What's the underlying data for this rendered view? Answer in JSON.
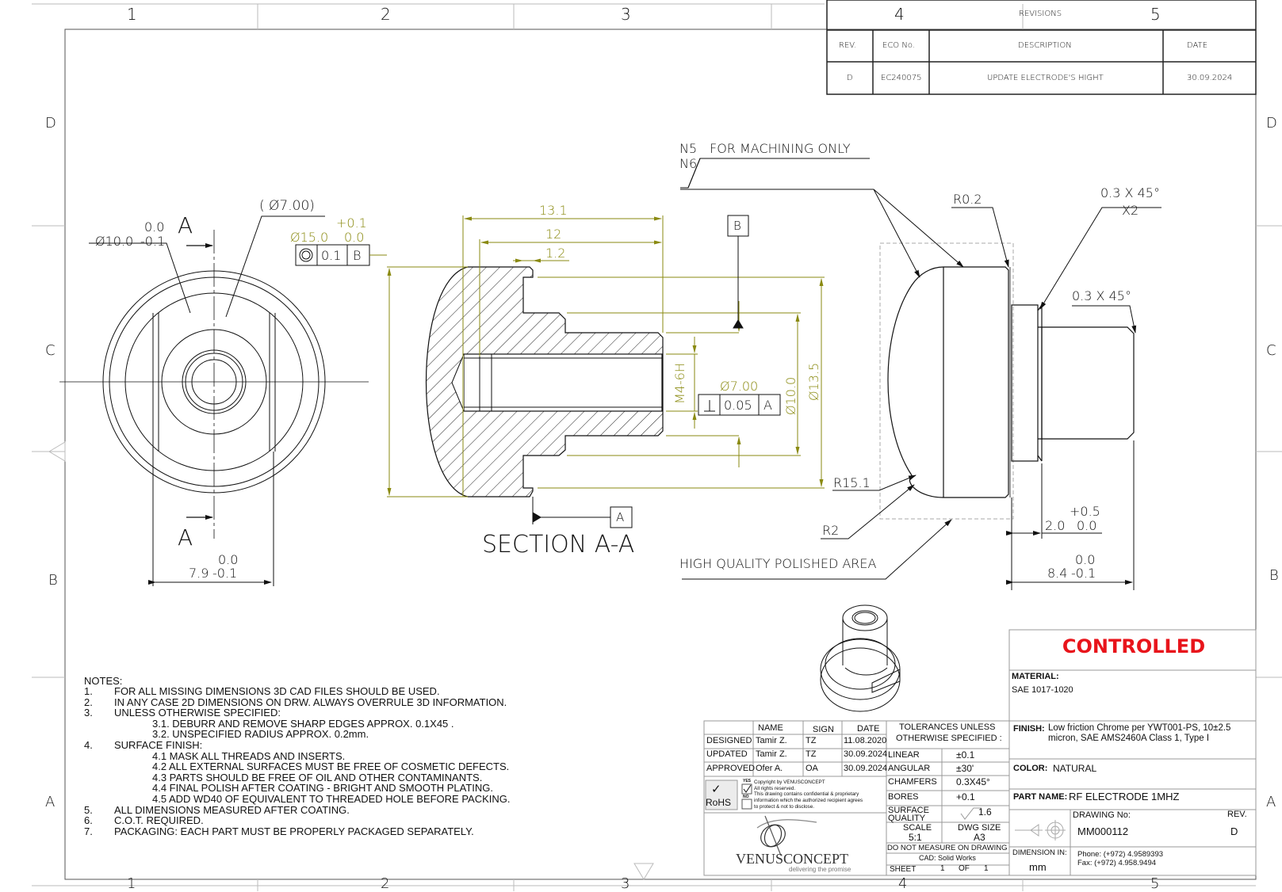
{
  "grid": {
    "columns_top": [
      "1",
      "2",
      "3",
      "4",
      "5"
    ],
    "columns_bottom": [
      "1",
      "2",
      "3",
      "4",
      "5"
    ],
    "rows_left": [
      "D",
      "C",
      "B",
      "A"
    ],
    "rows_right": [
      "D",
      "C",
      "B",
      "A"
    ]
  },
  "revisions": {
    "title": "REVISIONS",
    "headers": [
      "REV.",
      "ECO No.",
      "DESCRIPTION",
      "DATE"
    ],
    "rows": [
      {
        "rev": "D",
        "eco": "EC240075",
        "description": "UPDATE ELECTRODE'S HIGHT",
        "date": "30.09.2024"
      }
    ]
  },
  "front_view": {
    "section_letter_top": "A",
    "section_letter_bottom": "A",
    "dia_outer": "Ø10.0",
    "dia_outer_tol_upper": "0.0",
    "dia_outer_tol_lower": "-0.1",
    "dia_ref": "( Ø7.00)",
    "dia_15": "Ø15.0",
    "dia_15_tol_upper": "+0.1",
    "dia_15_tol_lower": "0.0",
    "gdt_concentricity": {
      "symbol": "◎",
      "value": "0.1",
      "datum": "B"
    },
    "width": "7.9",
    "width_tol_upper": "0.0",
    "width_tol_lower": "-0.1"
  },
  "section_view": {
    "title": "SECTION A-A",
    "dim_13_1": "13.1",
    "dim_12": "12",
    "dim_1_2": "1.2",
    "thread": "M4-6H",
    "dia_7": "Ø7.00",
    "gdt_perpendicularity": {
      "symbol": "⊥",
      "value": "0.05",
      "datum": "A"
    },
    "dia_10": "Ø10.0",
    "dia_13_5": "Ø13.5",
    "datum_a": "A",
    "datum_b": "B"
  },
  "side_view": {
    "surface_n5": "N5",
    "surface_n6": "N6",
    "machining_note": "FOR MACHINING ONLY",
    "r0_2": "R0.2",
    "chamfer_x2": "0.3 X 45°",
    "chamfer_x2_qty": "X2",
    "chamfer": "0.3 X 45°",
    "r15_1": "R15.1",
    "r2": "R2",
    "polished_note": "HIGH QUALITY POLISHED AREA",
    "dim_2": "2.0",
    "dim_2_tol_upper": "+0.5",
    "dim_2_tol_lower": "0.0",
    "dim_8_4": "8.4",
    "dim_8_4_tol_upper": "0.0",
    "dim_8_4_tol_lower": "-0.1"
  },
  "notes": {
    "title": "NOTES:",
    "items": [
      {
        "num": "1.",
        "text": "FOR ALL MISSING DIMENSIONS 3D CAD FILES SHOULD BE USED."
      },
      {
        "num": "2.",
        "text": "IN ANY CASE 2D DIMENSIONS ON DRW. ALWAYS OVERRULE 3D INFORMATION."
      },
      {
        "num": "3.",
        "text": "UNLESS OTHERWISE SPECIFIED:"
      },
      {
        "num": "",
        "text": "3.1. DEBURR AND REMOVE SHARP EDGES APPROX. 0.1X45 ."
      },
      {
        "num": "",
        "text": "3.2. UNSPECIFIED RADIUS APPROX. 0.2mm."
      },
      {
        "num": "4.",
        "text": "SURFACE FINISH:"
      },
      {
        "num": "",
        "text": "4.1 MASK ALL THREADS AND INSERTS."
      },
      {
        "num": "",
        "text": "4.2 ALL EXTERNAL SURFACES MUST BE FREE OF COSMETIC DEFECTS."
      },
      {
        "num": "",
        "text": "4.3 PARTS SHOULD BE FREE OF OIL AND OTHER CONTAMINANTS."
      },
      {
        "num": "",
        "text": "4.4 FINAL POLISH AFTER COATING - BRIGHT AND SMOOTH PLATING."
      },
      {
        "num": "",
        "text": "4.5 ADD WD40 OF EQUIVALENT TO THREADED HOLE BEFORE PACKING."
      },
      {
        "num": "5.",
        "text": "ALL DIMENSIONS MEASURED AFTER COATING."
      },
      {
        "num": "6.",
        "text": "C.O.T. REQUIRED."
      },
      {
        "num": "7.",
        "text": "PACKAGING: EACH PART MUST BE PROPERLY PACKAGED SEPARATELY."
      }
    ]
  },
  "approvals": {
    "headers": [
      "",
      "NAME",
      "SIGN",
      "DATE"
    ],
    "rows": [
      {
        "role": "DESIGNED",
        "name": "Tamir Z.",
        "sign": "TZ",
        "date": "11.08.2020"
      },
      {
        "role": "UPDATED",
        "name": "Tamir Z.",
        "sign": "TZ",
        "date": "30.09.2024"
      },
      {
        "role": "APPROVED",
        "name": "Ofer A.",
        "sign": "OA",
        "date": "30.09.2024"
      }
    ],
    "rohs_label": "RoHS",
    "rohs_check": "✓",
    "yes_label": "YES",
    "no_label": "NO",
    "yes_checked": true,
    "no_checked": false,
    "copyright_lines": [
      "Copyright by VENUSCONCEPT",
      "All rights reserved.",
      "This drawing contains confidential & proprietary",
      "information which the authorized recipient agrees",
      "to protect & not to disclose."
    ]
  },
  "company": {
    "name_part1": "VENUS",
    "name_part2": "CONCEPT",
    "tagline": "delivering the promise"
  },
  "tolerances": {
    "title_line1": "TOLERANCES UNLESS",
    "title_line2": "OTHERWISE SPECIFIED :",
    "rows": [
      {
        "label": "LINEAR",
        "value": "±0.1"
      },
      {
        "label": "ANGULAR",
        "value": "±30'"
      },
      {
        "label": "CHAMFERS",
        "value": "0.3X45°"
      },
      {
        "label": "BORES",
        "value": "+0.1"
      },
      {
        "label": "SURFACE QUALITY",
        "value": "1.6"
      }
    ],
    "scale_label": "SCALE",
    "scale_value": "5:1",
    "dwg_size_label": "DWG SIZE",
    "dwg_size_value": "A3",
    "do_not_measure": "DO NOT MEASURE ON DRAWING",
    "cad": "CAD: Solid Works",
    "sheet_label": "SHEET",
    "sheet_num": "1",
    "of_label": "OF",
    "sheet_total": "1"
  },
  "title_block": {
    "status": "CONTROLLED",
    "status_color": "#e8141b",
    "material_label": "MATERIAL:",
    "material_value": "SAE 1017-1020",
    "finish_label": "FINISH:",
    "finish_line1": "Low friction Chrome per YWT001-PS, 10±2.5",
    "finish_line2": "micron, SAE AMS2460A Class 1, Type I",
    "color_label": "COLOR:",
    "color_value": "NATURAL",
    "part_name_label": "PART NAME:",
    "part_name_value": "RF ELECTRODE 1MHZ",
    "drawing_no_label": "DRAWING No:",
    "drawing_no_value": "MM000112",
    "rev_label": "REV.",
    "rev_value": "D",
    "dimension_in_label": "DIMENSION IN:",
    "dimension_in_value": "mm",
    "phone": "Phone: (+972) 4.9589393",
    "fax": "Fax: (+972) 4.958.9494"
  }
}
